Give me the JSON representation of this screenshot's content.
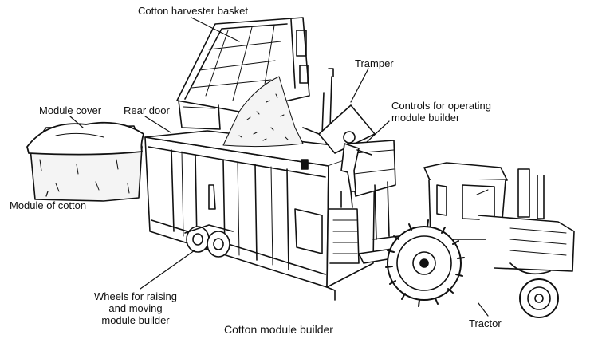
{
  "diagram": {
    "title": "Cotton module builder",
    "labels": {
      "basket": "Cotton harvester basket",
      "tramper": "Tramper",
      "controls_line1": "Controls for operating",
      "controls_line2": "module builder",
      "module_cover": "Module cover",
      "rear_door": "Rear door",
      "module_of_cotton": "Module of cotton",
      "wheels_line1": "Wheels for raising",
      "wheels_line2": "and moving",
      "wheels_line3": "module builder",
      "tractor": "Tractor"
    },
    "colors": {
      "ink": "#111111",
      "background": "#ffffff",
      "cotton": "#f4f4f4"
    }
  }
}
